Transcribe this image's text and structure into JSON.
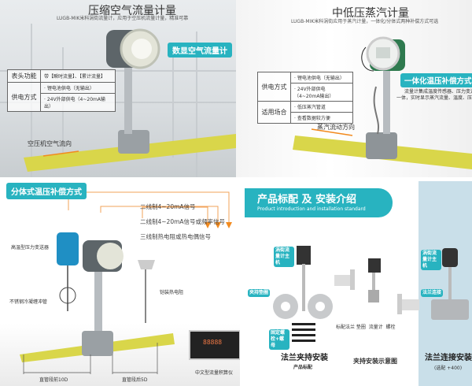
{
  "q1": {
    "title": "压缩空气流量计量",
    "subtitle": "LUGB-MIK米科涡街流量计，应用于空压机流量计量，精准可靠",
    "badge": "数显空气流量计",
    "table": [
      {
        "head": "表头功能",
        "rows": [
          "带【瞬时流量】、【累计流量】"
        ]
      },
      {
        "head": "供电方式",
        "rows": [
          "· 锂电池供电（无输出）",
          "· 24V外部供电（4~20mA输出）"
        ]
      }
    ],
    "flow_label": "空压机空气流向"
  },
  "q2": {
    "title": "中低压蒸汽计量",
    "subtitle": "LUGB-MIK米科涡街应用于蒸汽计量，一体化/分体式两种补偿方式可选",
    "badge": "一体化温压补偿方式",
    "note": [
      "流量计集成温度传感器、压力变送器",
      "一体，实时显示蒸汽流量、温度、压力值。"
    ],
    "table": [
      {
        "head": "供电方式",
        "rows": [
          "· 锂电池供电（无输出）",
          "· 24V外部供电（4~20mA输出）"
        ]
      },
      {
        "head": "适用场合",
        "rows": [
          "· 低压蒸汽管道",
          "· 查看数据较方便"
        ]
      }
    ],
    "flow_label": "蒸汽流动方向"
  },
  "q3": {
    "badge": "分体式温压补偿方式",
    "signals": [
      "二线制4~20mA信号",
      "二线制4~20mA信号或频率信号",
      "三线制热电阻或热电偶信号"
    ],
    "labels": {
      "pressure": "高温型压力变送器",
      "coil": "不锈钢冷凝缠冲管",
      "rtd": "铠装热电阻",
      "display": "中文型流量积算仪",
      "before": "直管段前10D",
      "after": "直管段后5D"
    },
    "display_value": "88888"
  },
  "q4": {
    "header_cn": "产品标配 及 安装介绍",
    "header_en": "Product introduction and installation standard",
    "callouts": {
      "host": "涡街流量计主机",
      "gasket": "夹持垫圈",
      "bolts": "固定螺栓+螺母",
      "host2": "涡街流量计主机",
      "flange": "法兰连接"
    },
    "parts": "标配法兰 垫圈  流量计  螺栓",
    "captions": {
      "wafer": "法兰夹持安装",
      "wafer_sub": "产品标配",
      "diagram": "夹持安装示意图",
      "flanged": "法兰连接安装",
      "flanged_sub": "(选配 +400)"
    }
  },
  "colors": {
    "accent": "#28b3c0",
    "pipe": "#d9d64a",
    "arrow": "#f28a1e",
    "panel": "#c9dfe9"
  }
}
